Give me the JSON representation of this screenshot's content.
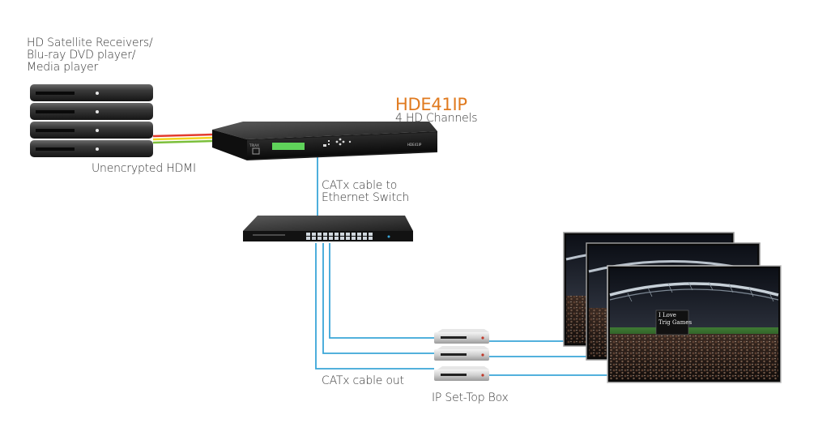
{
  "source_label": "HD Satellite Receivers/\nBlu-ray DVD player/\nMedia player",
  "hdmi_label": "Unencrypted HDMI",
  "device": {
    "name": "HDE41IP",
    "subtitle": "4 HD Channels",
    "front_badge": "HDE41IP",
    "left_tag": "TRIAX"
  },
  "catx_switch_label": "CATx cable to\nEthernet Switch",
  "catx_out_label": "CATx cable out",
  "stb_label": "IP Set-Top Box",
  "sign_text": "I Love\nTrig Games",
  "colors": {
    "title": "#e07a1f",
    "cable_blue": "#3aa6d8",
    "hdmi_red": "#e23b2e",
    "hdmi_yellow": "#f0d31f",
    "hdmi_green": "#7bbf3a",
    "display_green": "#5fd35a"
  }
}
